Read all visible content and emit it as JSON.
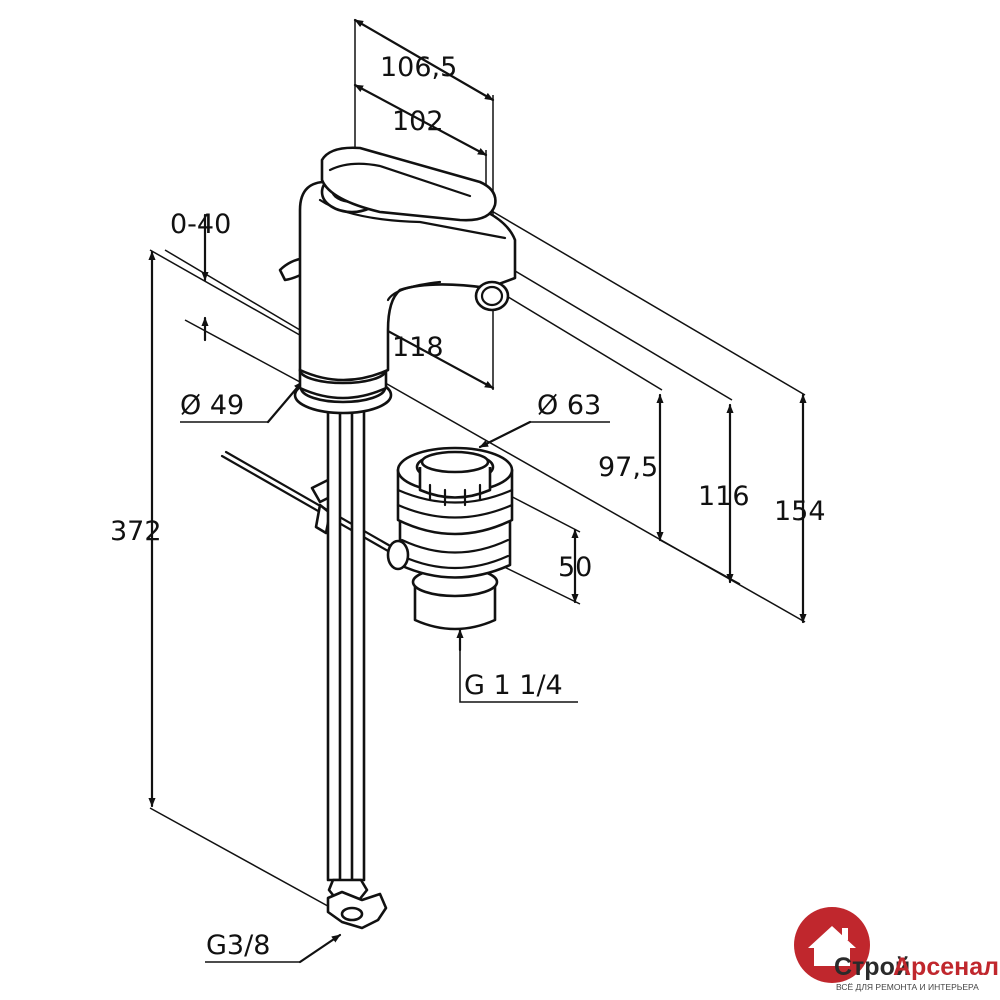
{
  "dimensions": {
    "width_overall": "106,5",
    "width_spout": "102",
    "clamp_range": "0-40",
    "reach": "118",
    "base_diameter": "Ø 49",
    "waste_diameter": "Ø 63",
    "spout_height": "97,5",
    "outlet_height": "116",
    "total_height": "154",
    "hose_length": "372",
    "waste_height": "50",
    "waste_thread": "G 1 1/4",
    "hose_thread": "G3/8"
  },
  "logo": {
    "name_part1": "Строй",
    "name_part2": "Арсенал",
    "tagline": "ВСЁ ДЛЯ РЕМОНТА И ИНТЕРЬЕРА",
    "colors": {
      "accent": "#c0272d",
      "text": "#2a2a2a"
    }
  }
}
